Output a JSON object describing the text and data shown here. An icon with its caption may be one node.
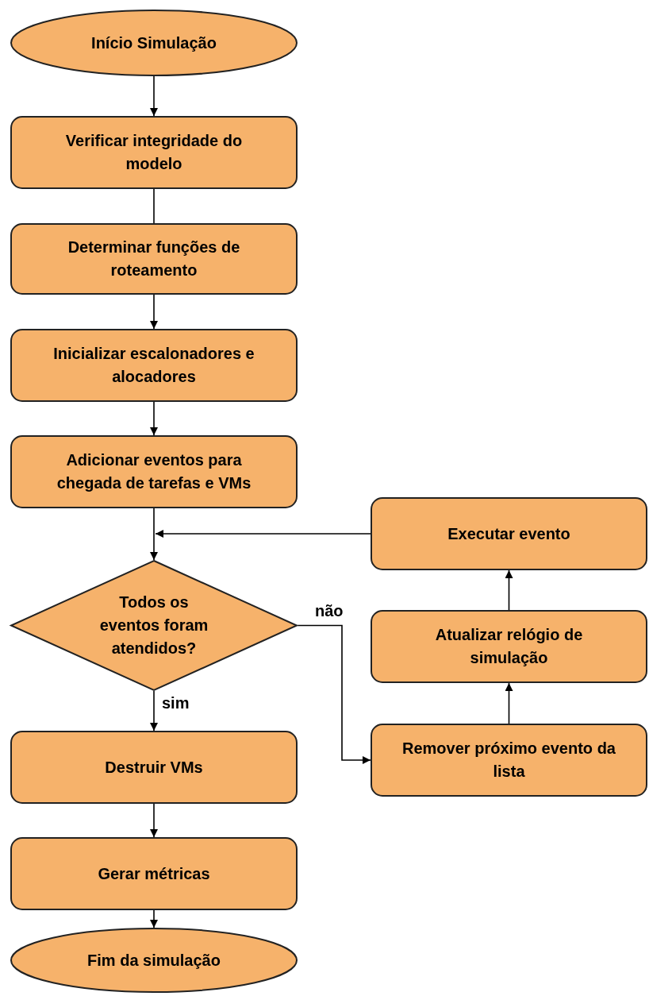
{
  "diagram": {
    "nodes": [
      {
        "text": [
          "Início Simulação"
        ]
      },
      {
        "text": [
          "Verificar integridade do modelo"
        ]
      },
      {
        "text": [
          "Determinar funções de roteamento"
        ]
      },
      {
        "text": [
          "Inicializar escalonadores e alocadores"
        ]
      },
      {
        "text": [
          "Adicionar eventos para chegada de tarefas e VMs"
        ]
      },
      {
        "text": [
          "Executar evento"
        ]
      },
      {
        "text": [
          "Todos os eventos foram atendidos?"
        ]
      },
      {
        "text": [
          "Atualizar relógio de simulação"
        ]
      },
      {
        "text": [
          "Destruir VMs"
        ]
      },
      {
        "text": [
          "Remover próximo evento da lista"
        ]
      },
      {
        "text": [
          "Gerar métricas"
        ]
      },
      {
        "text": [
          "Fim da simulação"
        ]
      }
    ],
    "edges": [
      {
        "from": 0,
        "to": 1,
        "arrow": "to"
      },
      {
        "from": 1,
        "to": 2,
        "arrow": "none"
      },
      {
        "from": 2,
        "to": 3,
        "arrow": "to"
      },
      {
        "from": 3,
        "to": 4,
        "arrow": "to"
      },
      {
        "from": 4,
        "to": 6,
        "arrow": "to"
      },
      {
        "from": 6,
        "to": 8,
        "arrow": "to",
        "label": "sim"
      },
      {
        "from": 6,
        "to": 9,
        "arrow": "to",
        "label": "não"
      },
      {
        "from": 9,
        "to": 7,
        "arrow": "to"
      },
      {
        "from": 7,
        "to": 5,
        "arrow": "to"
      },
      {
        "from": 5,
        "to": 6,
        "arrow": "to"
      },
      {
        "from": 8,
        "to": 10,
        "arrow": "to"
      },
      {
        "from": 10,
        "to": 11,
        "arrow": "to"
      }
    ]
  }
}
